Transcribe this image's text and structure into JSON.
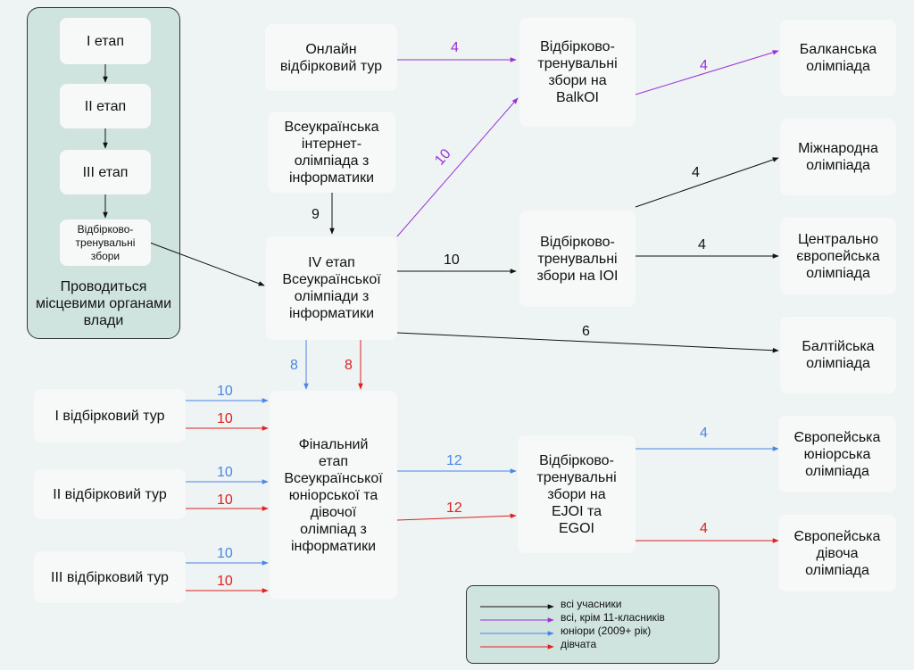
{
  "colors": {
    "all": "#111111",
    "no_11th": "#9b30d9",
    "juniors": "#4a86e8",
    "girls": "#e02020",
    "group_bg": "#cfe4de"
  },
  "local": {
    "stage1": "I етап",
    "stage2": "II етап",
    "stage3": "III етап",
    "camp": [
      "Відбірково-",
      "тренувальні",
      "збори"
    ],
    "caption": [
      "Проводиться",
      "місцевими",
      "органами влади"
    ]
  },
  "nodes": {
    "online_tour": [
      "Онлайн",
      "відбірковий тур"
    ],
    "internet_olympiad": [
      "Всеукраїнська",
      "інтернет-",
      "олімпіада з",
      "інформатики"
    ],
    "stage4": [
      "IV етап",
      "Всеукраїнської",
      "олімпіади з",
      "інформатики"
    ],
    "tour1": "I відбірковий тур",
    "tour2": "II відбірковий тур",
    "tour3": "III відбірковий тур",
    "final_stage": [
      "Фінальний",
      "етап",
      "Всеукраїнської",
      "юніорської та",
      "дівочої",
      "олімпіад з",
      "інформатики"
    ],
    "camp_balkoi": [
      "Відбірково-",
      "тренувальні",
      "збори на",
      "BalkOI"
    ],
    "camp_ioi": [
      "Відбірково-",
      "тренувальні",
      "збори на IOI"
    ],
    "camp_ejoi": [
      "Відбірково-",
      "тренувальні",
      "збори на",
      "EJOI та",
      "EGOI"
    ],
    "balkan": [
      "Балканська",
      "олімпіада"
    ],
    "international": [
      "Міжнародна",
      "олімпіада"
    ],
    "central_european": [
      "Центрально",
      "європейська",
      "олімпіада"
    ],
    "baltic": [
      "Балтійська",
      "олімпіада"
    ],
    "european_junior": [
      "Європейська",
      "юніорська",
      "олімпіада"
    ],
    "european_girls": [
      "Європейська",
      "дівоча",
      "олімпіада"
    ]
  },
  "edge_labels": {
    "online_to_balkoi": "4",
    "stage4_to_balkoi": "10",
    "balkoi_to_balkan": "4",
    "balkoi_to_international": "4",
    "internet_to_stage4": "9",
    "stage4_to_ioi": "10",
    "ioi_to_central": "4",
    "stage4_to_baltic": "6",
    "stage4_to_final_juniors": "8",
    "stage4_to_final_girls": "8",
    "tour1_juniors": "10",
    "tour1_girls": "10",
    "tour2_juniors": "10",
    "tour2_girls": "10",
    "tour3_juniors": "10",
    "tour3_girls": "10",
    "final_to_camp_juniors": "12",
    "final_to_camp_girls": "12",
    "camp_to_ejoi": "4",
    "camp_to_egoi": "4"
  },
  "legend": {
    "all": "всі учасники",
    "no_11th": "всі, крім 11-класників",
    "juniors": "юніори (2009+ рік)",
    "girls": "дівчата"
  }
}
